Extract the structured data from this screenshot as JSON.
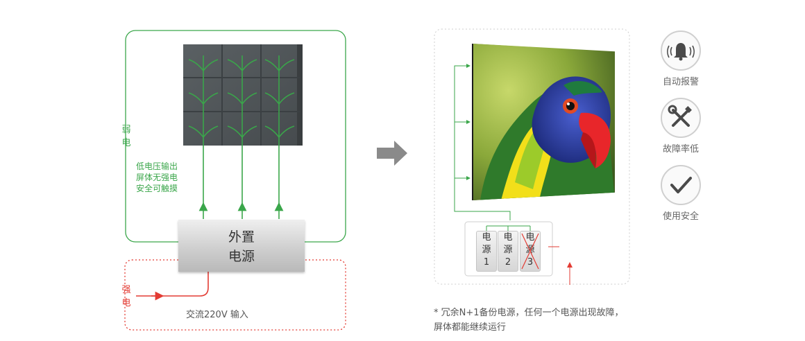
{
  "weak_power_label": "弱\n电",
  "weak_power_note": "低电压输出\n屏体无强电\n安全可触摸",
  "psu": {
    "line1": "外置",
    "line2": "电源"
  },
  "strong_power_label": "强\n电",
  "ac_input_label": "交流220V 输入",
  "power_units": [
    {
      "a": "电",
      "b": "源",
      "c": "1"
    },
    {
      "a": "电",
      "b": "源",
      "c": "2"
    },
    {
      "a": "电",
      "b": "源",
      "c": "3"
    }
  ],
  "features": [
    {
      "icon": "bell-alarm-icon",
      "label": "自动报警"
    },
    {
      "icon": "wrench-screwdriver-icon",
      "label": "故障率低"
    },
    {
      "icon": "checkmark-icon",
      "label": "使用安全"
    }
  ],
  "footnote": "* 冗余N+1备份电源，任何一个电源出现故障，\n  屏体都能继续运行",
  "colors": {
    "green": "#3aa64a",
    "red": "#e33b33",
    "panel": "#4e5457",
    "arrow": "#8a8a8a"
  }
}
